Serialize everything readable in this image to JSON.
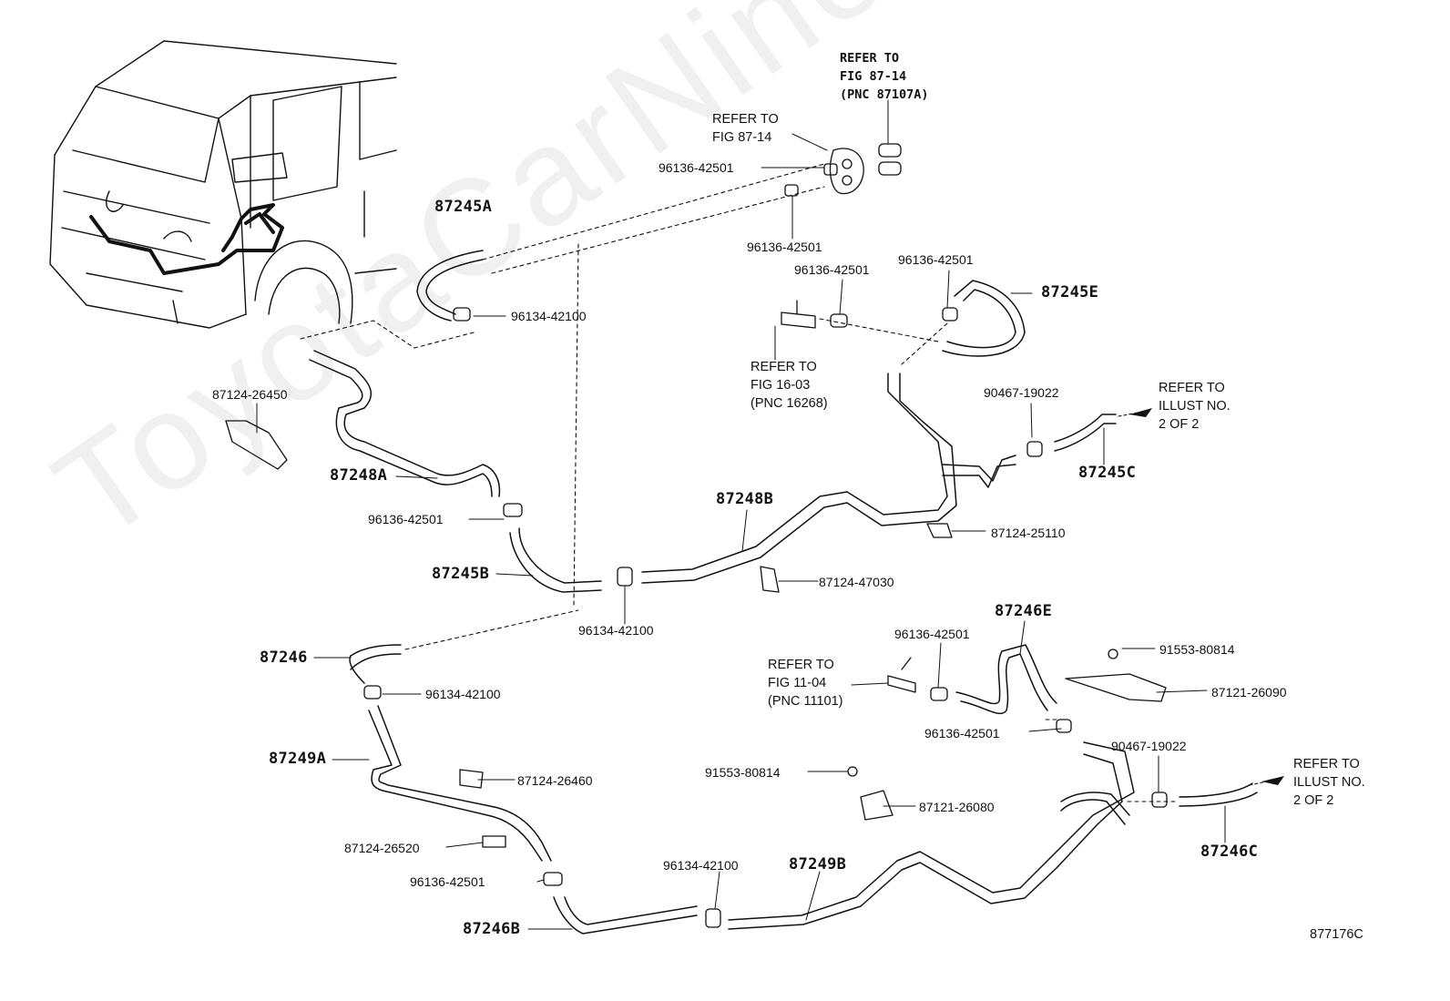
{
  "watermark": "ToyotaCarNine.ru",
  "diagram_code": "877176C",
  "refs": {
    "fig87_14_pnc": [
      "REFER TO",
      "FIG 87-14",
      "(PNC 87107A)"
    ],
    "fig87_14": [
      "REFER TO",
      "FIG 87-14"
    ],
    "fig16_03": [
      "REFER TO",
      "FIG 16-03",
      "(PNC 16268)"
    ],
    "fig11_04": [
      "REFER TO",
      "FIG 11-04",
      "(PNC 11101)"
    ],
    "illust_1": [
      "REFER TO",
      "ILLUST NO.",
      "2 OF 2"
    ],
    "illust_2": [
      "REFER TO",
      "ILLUST NO.",
      "2 OF 2"
    ]
  },
  "parts": {
    "p87245A": "87245A",
    "p87245E": "87245E",
    "p87245C": "87245C",
    "p87245B": "87245B",
    "p87248A": "87248A",
    "p87248B": "87248B",
    "p87246": "87246",
    "p87246E": "87246E",
    "p87246C": "87246C",
    "p87246B": "87246B",
    "p87249A": "87249A",
    "p87249B": "87249B",
    "c96136_a": "96136-42501",
    "c96136_b": "96136-42501",
    "c96136_c": "96136-42501",
    "c96136_d": "96136-42501",
    "c96136_e": "96136-42501",
    "c96136_f": "96136-42501",
    "c96136_g": "96136-42501",
    "c96136_h": "96136-42501",
    "c96134_a": "96134-42100",
    "c96134_b": "96134-42100",
    "c96134_c": "96134-42100",
    "c96134_d": "96134-42100",
    "c90467_a": "90467-19022",
    "c90467_b": "90467-19022",
    "k87124_26450": "87124-26450",
    "k87124_25110": "87124-25110",
    "k87124_47030": "87124-47030",
    "k87124_26460": "87124-26460",
    "k87124_26520": "87124-26520",
    "b91553_a": "91553-80814",
    "b91553_b": "91553-80814",
    "k87121_26090": "87121-26090",
    "k87121_26080": "87121-26080"
  }
}
